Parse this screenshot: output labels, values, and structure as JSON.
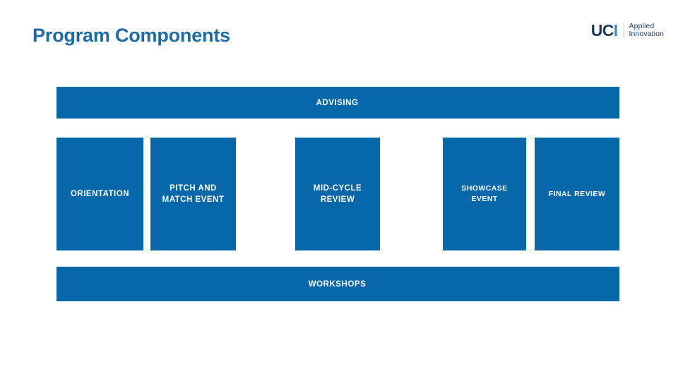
{
  "slide": {
    "title": "Program Components",
    "background_color": "#FFFFFF",
    "accent_color": "#0668A8",
    "title_color": "#1C6CA8"
  },
  "logo": {
    "mark_uc": "UC",
    "mark_i": "I",
    "wordmark_line1": "Applied",
    "wordmark_line2": "Innovation",
    "mark_uc_color": "#1B3A57",
    "mark_i_color": "#3E8ABF"
  },
  "diagram": {
    "top_band": {
      "label": "ADVISING"
    },
    "bottom_band": {
      "label": "WORKSHOPS"
    },
    "stages": [
      {
        "label": "ORIENTATION"
      },
      {
        "label": "PITCH AND MATCH EVENT"
      },
      {
        "label": "MID-CYCLE REVIEW"
      },
      {
        "label": "SHOWCASE EVENT"
      },
      {
        "label": "FINAL REVIEW"
      }
    ]
  }
}
